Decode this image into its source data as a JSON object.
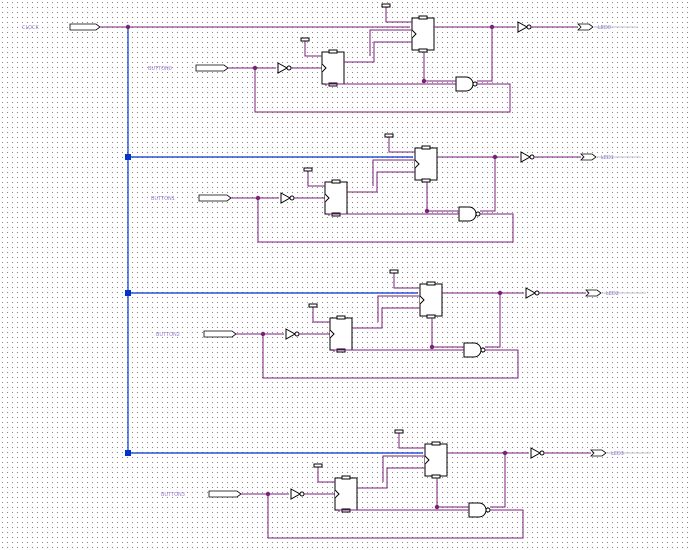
{
  "clock_input": {
    "label": "CLOCK"
  },
  "stages": [
    {
      "input_label": "BUTTON0",
      "output_label": "LED0"
    },
    {
      "input_label": "BUTTON1",
      "output_label": "LED1"
    },
    {
      "input_label": "BUTTON2",
      "output_label": "LED2"
    },
    {
      "input_label": "BUTTON3",
      "output_label": "LED3"
    }
  ],
  "colors": {
    "wire": "#7a1f7a",
    "bus": "#0033cc",
    "pin_label": "#9a7ad0",
    "grid_dot": "#8a8a8a"
  }
}
